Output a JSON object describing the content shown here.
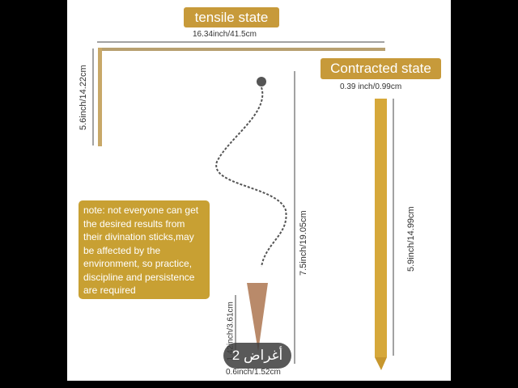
{
  "labels": {
    "tensile": "tensile state",
    "contracted": "Contracted state"
  },
  "dimensions": {
    "tensile_length": "16.34inch/41.5cm",
    "tensile_height": "5.6inch/14.22cm",
    "contracted_width": "0.39 inch/0.99cm",
    "contracted_length": "5.9inch/14.99cm",
    "pendulum_length": "7.5inch/19.05cm",
    "bob_height": "1.42inch/3.61cm",
    "bob_width": "0.6inch/1.52cm"
  },
  "note": "note: not everyone can get the desired results from their divination sticks,may be affected by the environment, so practice, discipline and persistence are required",
  "badge": "2 أغراض",
  "colors": {
    "gold": "#c79a3a",
    "background": "#000000"
  }
}
